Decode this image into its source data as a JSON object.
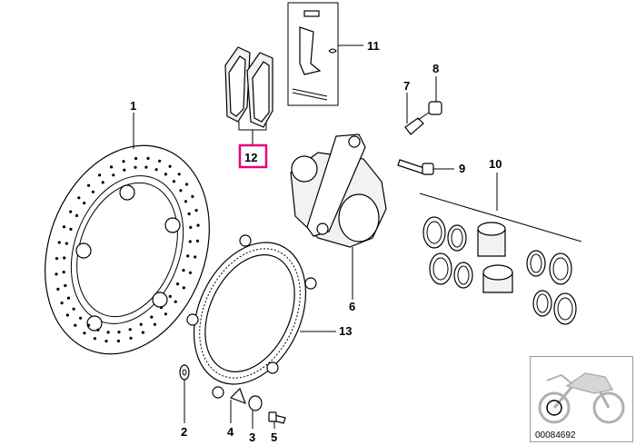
{
  "diagram": {
    "callouts": [
      {
        "id": "1",
        "label": "1"
      },
      {
        "id": "2",
        "label": "2"
      },
      {
        "id": "3",
        "label": "3"
      },
      {
        "id": "4",
        "label": "4"
      },
      {
        "id": "5",
        "label": "5"
      },
      {
        "id": "6",
        "label": "6"
      },
      {
        "id": "7",
        "label": "7"
      },
      {
        "id": "8",
        "label": "8"
      },
      {
        "id": "9",
        "label": "9"
      },
      {
        "id": "10",
        "label": "10"
      },
      {
        "id": "11",
        "label": "11"
      },
      {
        "id": "12",
        "label": "12"
      },
      {
        "id": "13",
        "label": "13"
      }
    ],
    "highlighted_callout": "12",
    "highlight_color": "#e6007e",
    "reference_number": "00084692"
  }
}
